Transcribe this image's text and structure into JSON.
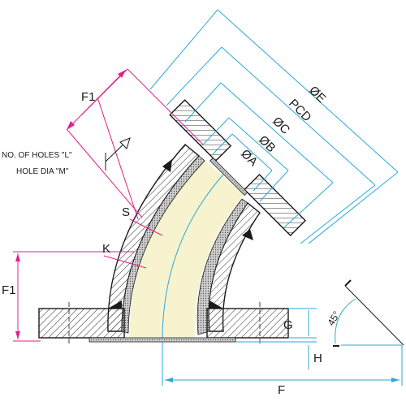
{
  "labels": {
    "f1_top": "F1",
    "f1_left": "F1",
    "oe": "ØE",
    "pcd": "PCD",
    "oc": "ØC",
    "ob": "ØB",
    "oa": "ØA",
    "s": "S",
    "k": "K",
    "g": "G",
    "h": "H",
    "f": "F",
    "angle": "45°",
    "holes_line1": "NO. OF HOLES \"L\"",
    "holes_line2": "HOLE DIA \"M\""
  },
  "colors": {
    "dimension": "#2aa9d6",
    "f1_dimension": "#e0208c",
    "bore_fill": "#f7f3cf",
    "outline": "#1a1a1a",
    "liner": "#777777"
  }
}
